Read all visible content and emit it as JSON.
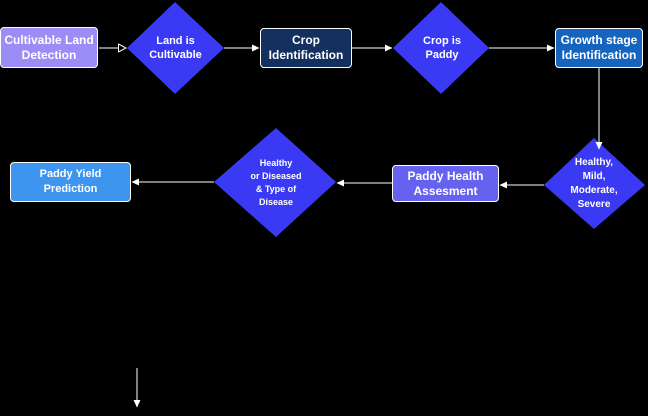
{
  "diagram": {
    "nodes": {
      "cultivable_land_detection": "Cultivable Land\nDetection",
      "land_is_cultivable": "Land is\nCultivable",
      "crop_identification": "Crop\nIdentification",
      "crop_is_paddy": "Crop is\nPaddy",
      "growth_stage_identification": "Growth stage\nIdentification",
      "severity_levels": "Healthy,\nMild,\nModerate,\nSevere",
      "paddy_health_assessment": "Paddy Health\nAssesment",
      "healthy_or_diseased": "Healthy\nor Diseased\n& Type of\nDisease",
      "paddy_yield_prediction": "Paddy Yield\nPrediction"
    },
    "colors": {
      "background": "#000000",
      "diamond_fill": "#3a3af4",
      "cultivable_fill": "#9c8cf6",
      "crop_id_fill": "#13305f",
      "growth_fill": "#1565c0",
      "health_fill": "#6662f0",
      "yield_fill": "#3d95ef",
      "edge": "#ffffff"
    }
  }
}
